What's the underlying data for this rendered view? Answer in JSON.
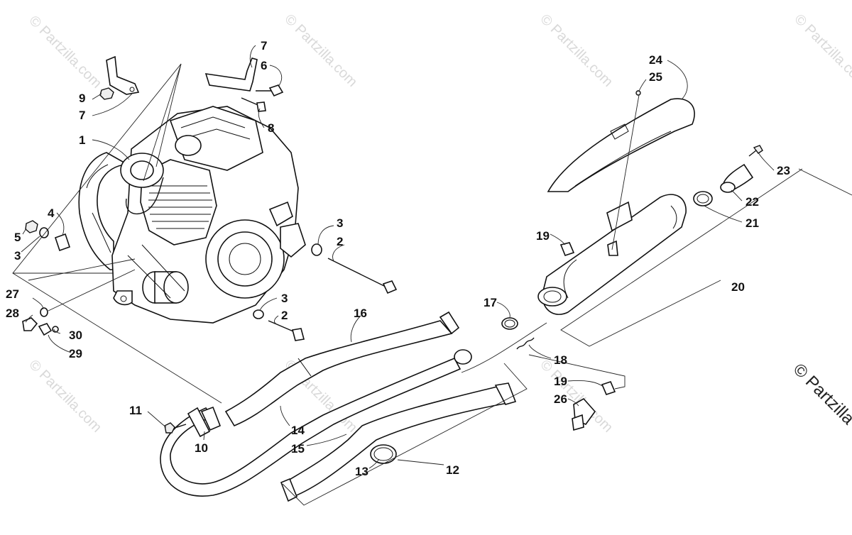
{
  "watermark": {
    "text": "© Partzilla.com",
    "corner_text": "© Partzilla"
  },
  "callouts": [
    {
      "id": "c1",
      "label": "1"
    },
    {
      "id": "c2a",
      "label": "2"
    },
    {
      "id": "c2b",
      "label": "2"
    },
    {
      "id": "c3a",
      "label": "3"
    },
    {
      "id": "c3b",
      "label": "3"
    },
    {
      "id": "c3c",
      "label": "3"
    },
    {
      "id": "c4",
      "label": "4"
    },
    {
      "id": "c5",
      "label": "5"
    },
    {
      "id": "c6",
      "label": "6"
    },
    {
      "id": "c7a",
      "label": "7"
    },
    {
      "id": "c7b",
      "label": "7"
    },
    {
      "id": "c8",
      "label": "8"
    },
    {
      "id": "c9",
      "label": "9"
    },
    {
      "id": "c10",
      "label": "10"
    },
    {
      "id": "c11",
      "label": "11"
    },
    {
      "id": "c12",
      "label": "12"
    },
    {
      "id": "c13",
      "label": "13"
    },
    {
      "id": "c14",
      "label": "14"
    },
    {
      "id": "c15",
      "label": "15"
    },
    {
      "id": "c16",
      "label": "16"
    },
    {
      "id": "c17",
      "label": "17"
    },
    {
      "id": "c18",
      "label": "18"
    },
    {
      "id": "c19a",
      "label": "19"
    },
    {
      "id": "c19b",
      "label": "19"
    },
    {
      "id": "c20",
      "label": "20"
    },
    {
      "id": "c21",
      "label": "21"
    },
    {
      "id": "c22",
      "label": "22"
    },
    {
      "id": "c23",
      "label": "23"
    },
    {
      "id": "c24",
      "label": "24"
    },
    {
      "id": "c25",
      "label": "25"
    },
    {
      "id": "c26",
      "label": "26"
    },
    {
      "id": "c27",
      "label": "27"
    },
    {
      "id": "c28",
      "label": "28"
    },
    {
      "id": "c29",
      "label": "29"
    },
    {
      "id": "c30",
      "label": "30"
    }
  ]
}
